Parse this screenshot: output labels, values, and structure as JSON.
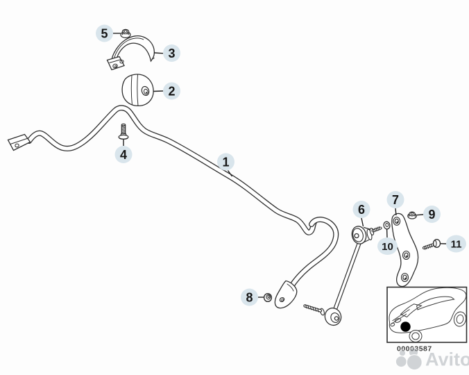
{
  "callouts": {
    "c1": "1",
    "c2": "2",
    "c3": "3",
    "c4": "4",
    "c5": "5",
    "c6": "6",
    "c7": "7",
    "c8": "8",
    "c9": "9",
    "c10": "10",
    "c11": "11"
  },
  "inset": {
    "part_code": "00003587"
  },
  "watermark": {
    "text": "Avito"
  },
  "colors": {
    "badge_fill": "#d9e5ec",
    "line": "#2e2e2e",
    "background": "#fdfdfd",
    "watermark": "#9ba2a8"
  }
}
